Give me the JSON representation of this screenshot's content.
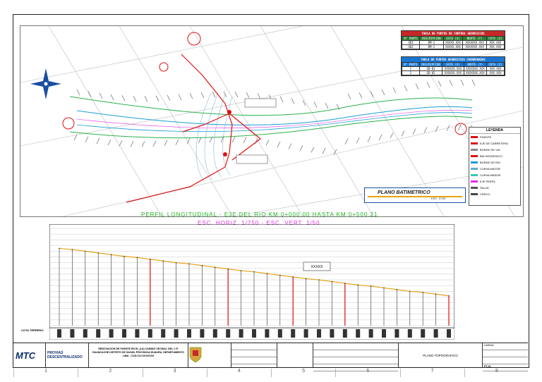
{
  "frame_columns": [
    "1",
    "2",
    "3",
    "4",
    "5",
    "6",
    "7",
    "8"
  ],
  "tables": {
    "control": {
      "title": "TABLA DE PUNTOS DE CONTROL GEODESICOS",
      "headers": [
        "N° PUNTO",
        "DESCRIPCION",
        "ESTE (X)",
        "NORTE (Y)",
        "COTA (Z)"
      ],
      "rows": [
        [
          "GD1",
          "BM-1",
          "XXXXX.XXX",
          "XXXXXXX.XXX",
          "XXX.XXX"
        ],
        [
          "GD2",
          "BM-2",
          "XXXXX.XXX",
          "XXXXXXX.XXX",
          "XXX.XXX"
        ]
      ]
    },
    "ref": {
      "title": "TABLA DE PUNTOS GEODESICOS COORDENADAS",
      "headers": [
        "N° PUNTO",
        "DESCRIPCION",
        "ESTE (X)",
        "NORTE (Y)",
        "COTA (Z)"
      ],
      "rows": [
        [
          "1",
          "GD-01",
          "XXXXXX.XXX",
          "XXXXXXX.XXX",
          "XXX.XXX"
        ],
        [
          "2",
          "GD-02",
          "XXXXXX.XXX",
          "XXXXXXX.XXX",
          "XXX.XXX"
        ]
      ]
    }
  },
  "legend": {
    "title": "LEYENDA",
    "items": [
      {
        "label": "PUENTE",
        "color": "#d11"
      },
      {
        "label": "EJE DE CARRETERA",
        "color": "#d11"
      },
      {
        "label": "BORDE DE VIA",
        "color": "#888"
      },
      {
        "label": "BM-GEODESICO",
        "color": "#d11"
      },
      {
        "label": "BORDE DE RIO",
        "color": "#1a9ed4"
      },
      {
        "label": "CURVA MAYOR",
        "color": "#6ac"
      },
      {
        "label": "CURVA MENOR",
        "color": "#3ca"
      },
      {
        "label": "EJE PERFIL",
        "color": "#e22de2"
      },
      {
        "label": "TALUD",
        "color": "#555"
      },
      {
        "label": "CERCO",
        "color": "#444"
      }
    ]
  },
  "plan_title": {
    "title": "PLANO BATIMETRICO",
    "scale": "ESC. 1/750"
  },
  "profile": {
    "title": "PERFIL LONGITUDINAL - EJE DEL RIO KM 0+000.00 HASTA KM 0+500.21",
    "scales": "ESC. HORIZ. 1/750  -  ESC. VERT. 1/50",
    "cota_label": "COTA TERRENO",
    "callout": "XXXXX"
  },
  "chart_data": {
    "type": "line",
    "ylim": [
      0,
      17
    ],
    "x": [
      0,
      1,
      2,
      3,
      4,
      5,
      6,
      7,
      8,
      9,
      10,
      11,
      12,
      13,
      14,
      15,
      16,
      17,
      18,
      19,
      20,
      21,
      22,
      23,
      24,
      25,
      26,
      27,
      28,
      29,
      30
    ],
    "series": [
      {
        "values": [
          13.5,
          13.3,
          13.0,
          12.7,
          12.4,
          12.1,
          11.9,
          11.6,
          11.3,
          11.0,
          10.8,
          10.5,
          10.2,
          9.9,
          9.6,
          9.4,
          9.1,
          8.8,
          8.5,
          8.2,
          8.0,
          7.7,
          7.4,
          7.1,
          6.9,
          6.6,
          6.3,
          6.0,
          5.8,
          5.5,
          5.2
        ]
      }
    ]
  },
  "title_block": {
    "logo": "MTC",
    "org_line1": "PROVIAS",
    "org_line2": "DESCENTRALIZADO",
    "description": "RENOVACION DE PUENTE EN EL (LA) CAMINO VECINAL DEL C.P. HUANCACHE DISTRITO DE SAYAN, PROVINCIA HUAURA, DEPARTAMENTO LIMA - CON CUI XXXXXXX",
    "sheet_title": "PLANO TOPOGRAFICO",
    "lamina": "LAMINA:",
    "sheet_no": "PT-01"
  }
}
